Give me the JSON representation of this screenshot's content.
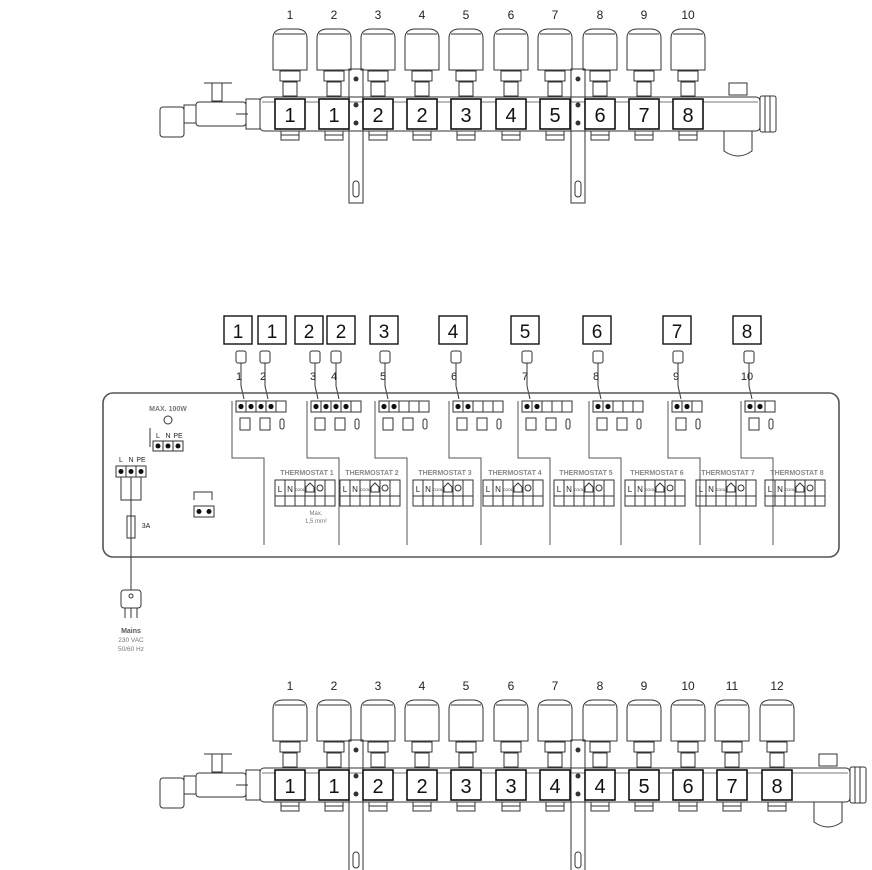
{
  "manifold_top": {
    "actuator_numbers": [
      "1",
      "2",
      "3",
      "4",
      "5",
      "6",
      "7",
      "8",
      "9",
      "10"
    ],
    "zone_labels": [
      "1",
      "1",
      "2",
      "2",
      "3",
      "4",
      "5",
      "6",
      "7",
      "8"
    ]
  },
  "controller": {
    "zone_labels": [
      "1",
      "1",
      "2",
      "2",
      "3",
      "4",
      "5",
      "6",
      "7",
      "8"
    ],
    "actuator_numbers": [
      "1",
      "2",
      "3",
      "4",
      "5",
      "6",
      "7",
      "8",
      "9",
      "10"
    ],
    "pump_label": "MAX. 100W",
    "pump_terminals": [
      "L",
      "N",
      "PE"
    ],
    "mains_terminals": [
      "L",
      "N",
      "PE"
    ],
    "fuse_label": "3A",
    "wire_note_line1": "Max.",
    "wire_note_line2": "1,5 mm²",
    "thermostats": [
      "THERMOSTAT 1",
      "THERMOSTAT 2",
      "THERMOSTAT 3",
      "THERMOSTAT 4",
      "THERMOSTAT 5",
      "THERMOSTAT 6",
      "THERMOSTAT 7",
      "THERMOSTAT 8"
    ],
    "thermostat_terminals": [
      "L",
      "N",
      "COOL"
    ],
    "mains_title": "Mains",
    "mains_voltage": "230 VAC",
    "mains_freq": "50/60 Hz"
  },
  "manifold_bottom": {
    "actuator_numbers": [
      "1",
      "2",
      "3",
      "4",
      "5",
      "6",
      "7",
      "8",
      "9",
      "10",
      "11",
      "12"
    ],
    "zone_labels": [
      "1",
      "1",
      "2",
      "2",
      "3",
      "3",
      "4",
      "4",
      "5",
      "6",
      "7",
      "8"
    ]
  },
  "colors": {
    "line": "#333333",
    "soft": "#777777",
    "box": "#111111",
    "panel": "#555555"
  }
}
